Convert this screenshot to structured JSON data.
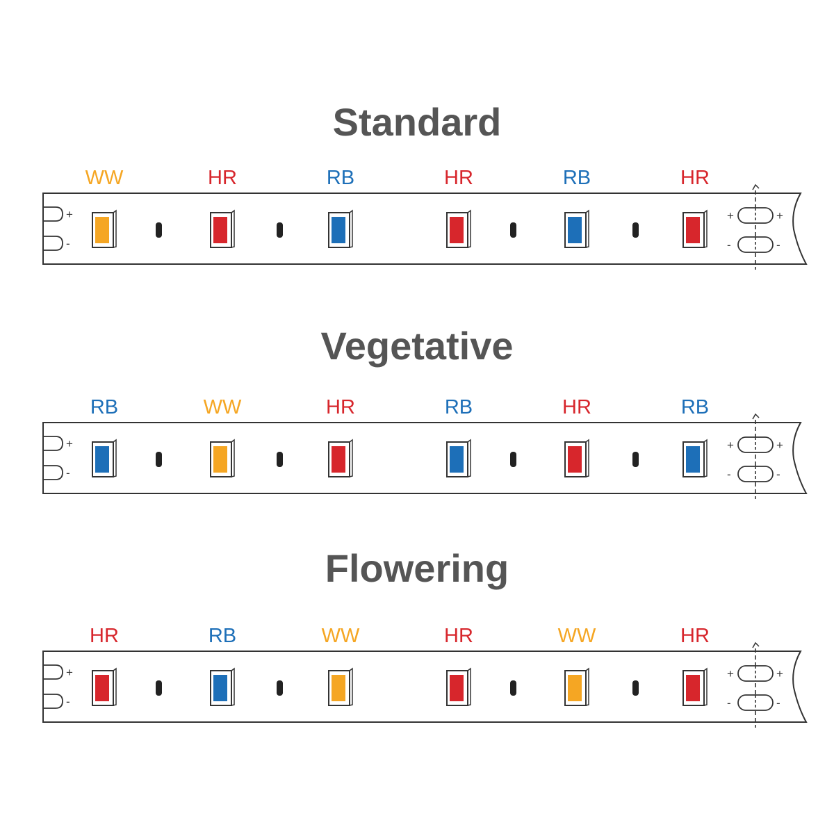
{
  "colors": {
    "WW": "#F5A623",
    "HR": "#D7262C",
    "RB": "#1D6FB8",
    "title": "#555555",
    "outline": "#333333"
  },
  "terminals": {
    "plus": "+",
    "minus": "-"
  },
  "strips": [
    {
      "title": "Standard",
      "leds": [
        "WW",
        "HR",
        "RB",
        "HR",
        "RB",
        "HR"
      ]
    },
    {
      "title": "Vegetative",
      "leds": [
        "RB",
        "WW",
        "HR",
        "RB",
        "HR",
        "RB"
      ]
    },
    {
      "title": "Flowering",
      "leds": [
        "HR",
        "RB",
        "WW",
        "HR",
        "WW",
        "HR"
      ]
    }
  ]
}
